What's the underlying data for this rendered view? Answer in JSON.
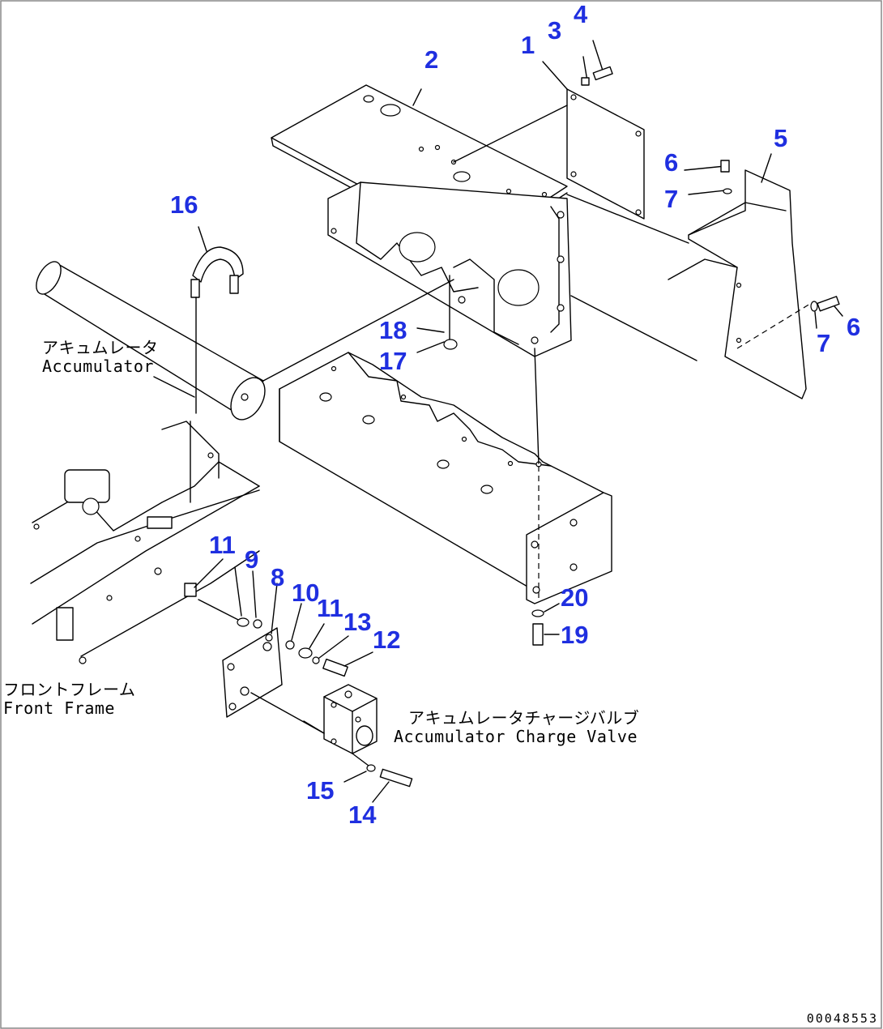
{
  "diagram": {
    "callouts": [
      "1",
      "2",
      "3",
      "4",
      "5",
      "6",
      "7",
      "6",
      "7",
      "16",
      "18",
      "17",
      "11",
      "9",
      "8",
      "10",
      "11",
      "13",
      "12",
      "20",
      "19",
      "15",
      "14"
    ],
    "captions": {
      "accumulator_jp": "アキュムレータ",
      "accumulator_en": "Accumulator",
      "front_frame_jp": "フロントフレーム",
      "front_frame_en": "Front Frame",
      "charge_valve_jp": "アキュムレータチャージバルブ",
      "charge_valve_en": "Accumulator Charge Valve"
    },
    "drawing_number": "00048553",
    "colors": {
      "callout": "#1f2fe0",
      "line": "#000000",
      "frame": "#888888"
    }
  }
}
